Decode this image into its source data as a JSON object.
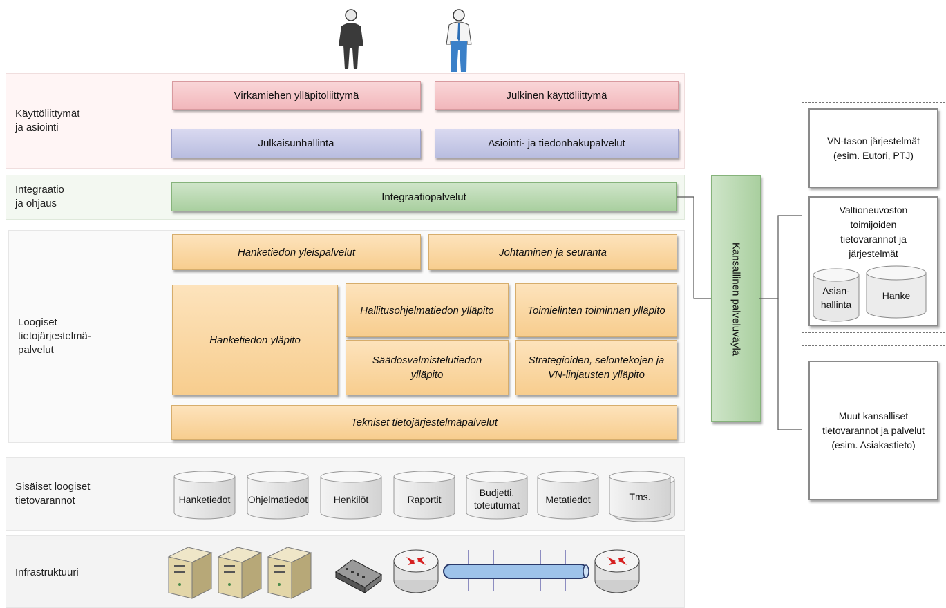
{
  "bands": {
    "kayttoliittymat": "Käyttöliittymät\nja asiointi",
    "integraatio": "Integraatio\nja ohjaus",
    "loogiset": "Loogiset\ntietojärjestelmä-\npalvelut",
    "sisaiset": "Sisäiset loogiset\ntietovarannot",
    "infra": "Infrastruktuuri"
  },
  "ui": {
    "virkamies": "Virkamiehen ylläpitoliittymä",
    "julkinen": "Julkinen käyttöliittymä",
    "julkaisu": "Julkaisunhallinta",
    "asiointi": "Asiointi- ja tiedonhakupalvelut"
  },
  "integration": {
    "palvelut": "Integraatiopalvelut"
  },
  "logical": {
    "yleispalvelut": "Hanketiedon yleispalvelut",
    "johtaminen": "Johtaminen ja seuranta",
    "yllapito": "Hanketiedon yläpito",
    "hallitusohjelma": "Hallitusohjelmatiedon ylläpito",
    "toimielinten": "Toimielinten toiminnan ylläpito",
    "saados": "Säädösvalmistelutiedon\nylläpito",
    "strategioiden": "Strategioiden, selontekojen ja\nVN-linjausten ylläpito",
    "tekniset": "Tekniset tietojärjestelmäpalvelut"
  },
  "storages": [
    "Hanketiedot",
    "Ohjelmatiedot",
    "Henkilöt",
    "Raportit",
    "Budjetti,\ntoteutumat",
    "Metatiedot",
    "Tms."
  ],
  "bus": "Kansallinen palveluväylä",
  "external": {
    "vn": "VN-tason järjestelmät\n(esim. Eutori, PTJ)",
    "valtioneuvoston": "Valtioneuvoston\ntoimijoiden\ntietovarannot ja\njärjestelmät",
    "asianhallinta": "Asian-\nhallinta",
    "hanke": "Hanke",
    "muut": "Muut kansalliset\ntietovarannot ja palvelut\n(esim. Asiakastieto)"
  },
  "colors": {
    "pink": "#f2b7bb",
    "lavender": "#b9bde0",
    "green": "#a9cf9f",
    "orange": "#f7cd8e"
  }
}
